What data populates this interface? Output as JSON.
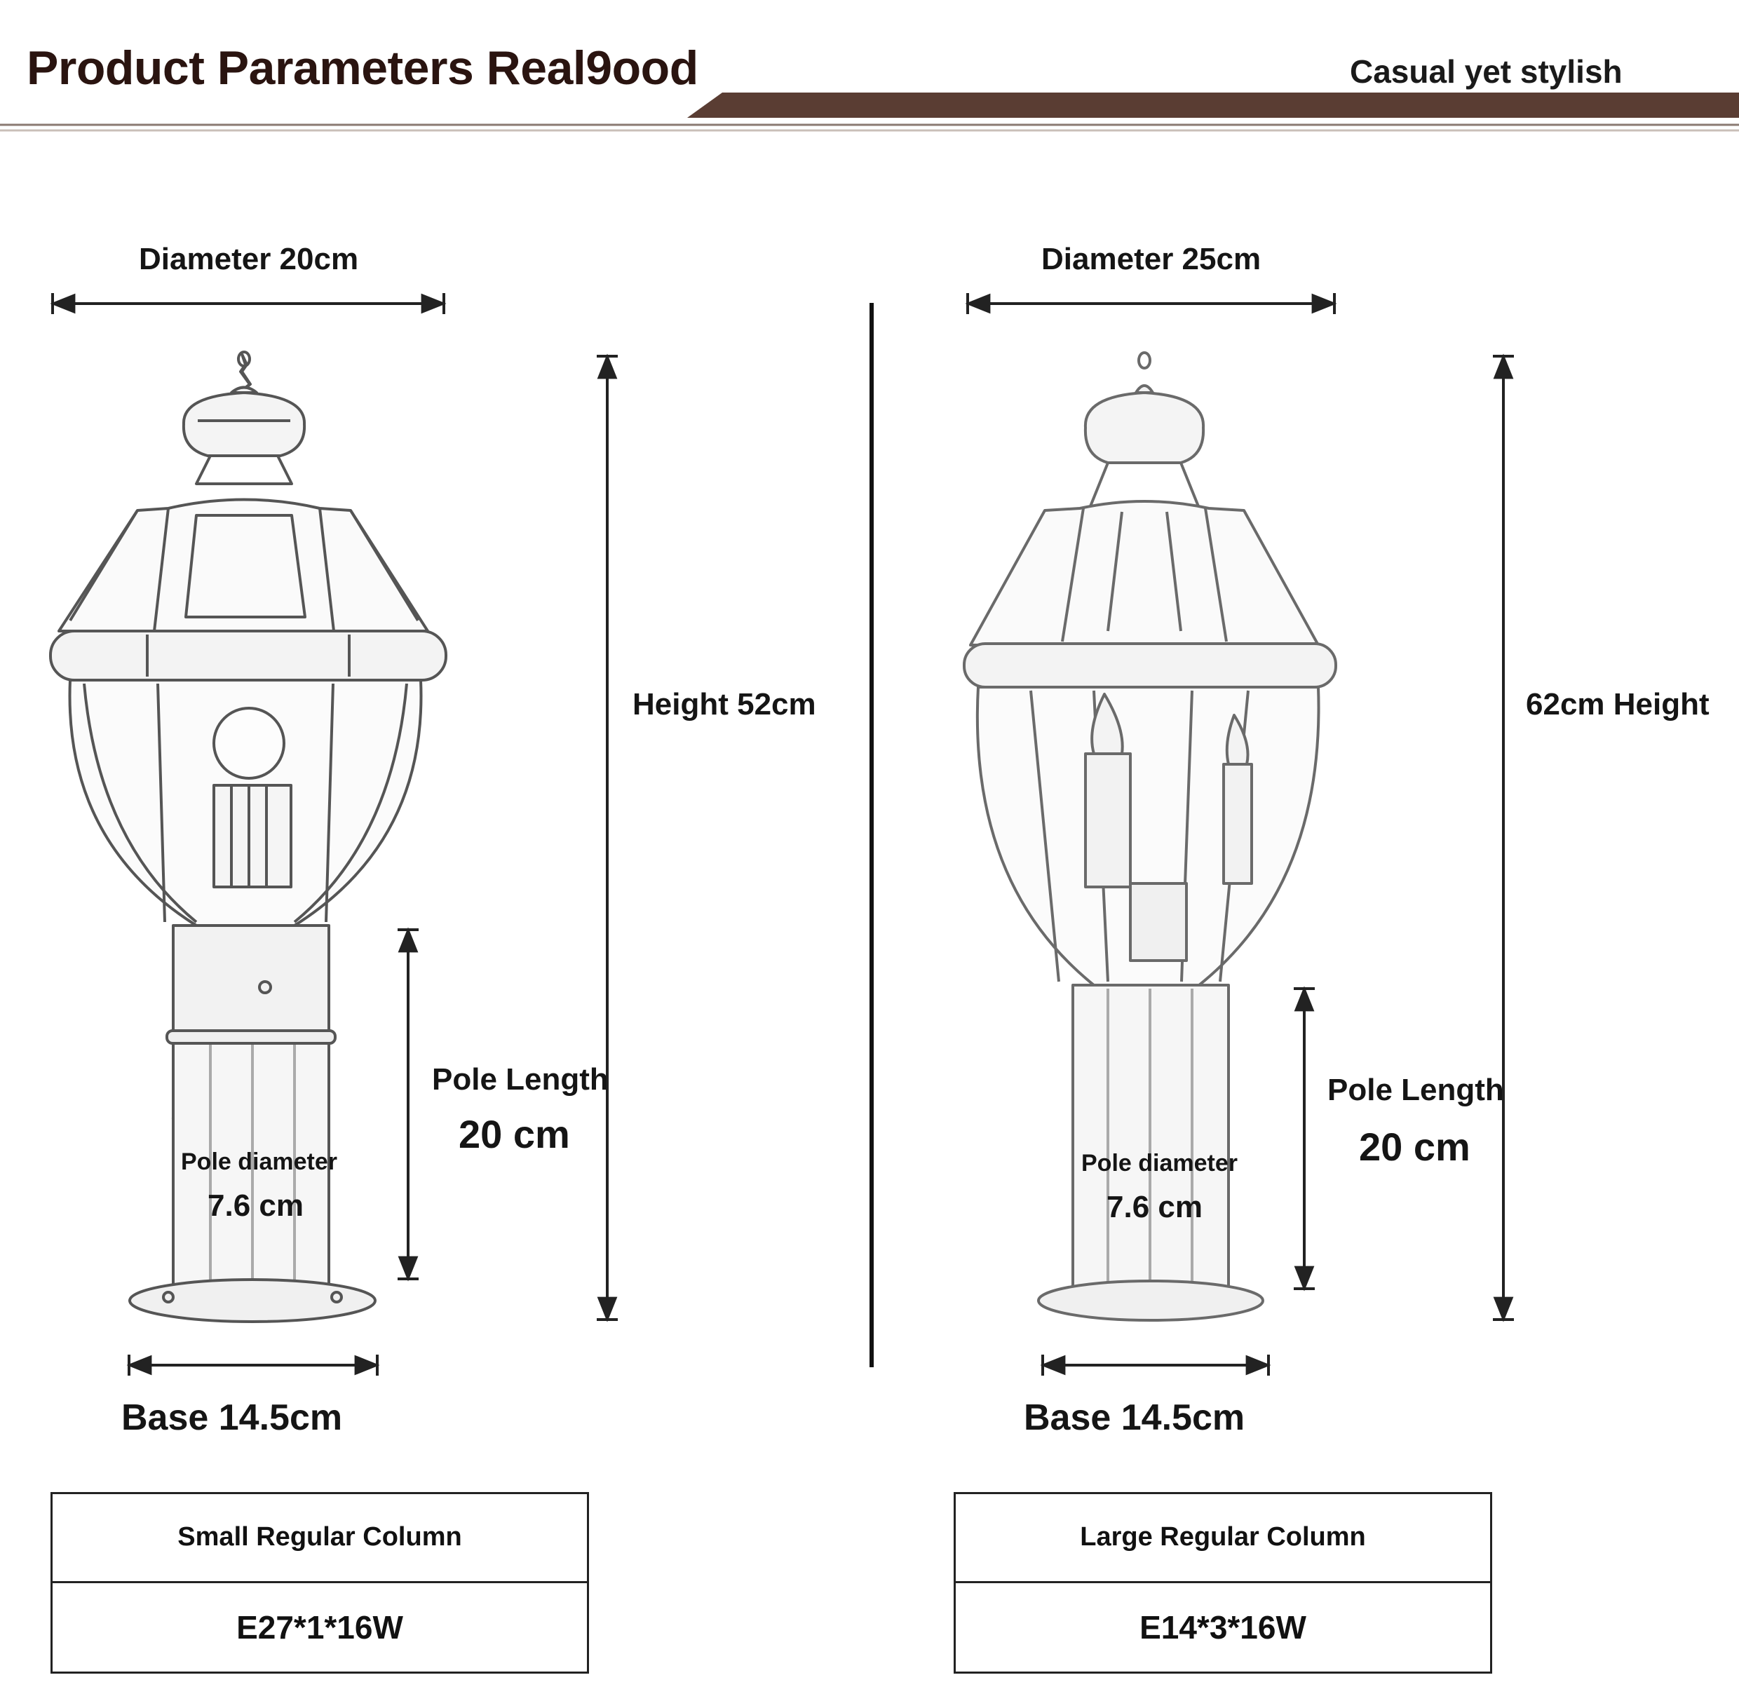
{
  "header": {
    "title": "Product Parameters Real9ood",
    "tagline": "Casual yet stylish",
    "band_color": "#5a3d33"
  },
  "left_lamp": {
    "diameter": "Diameter 20cm",
    "height": "Height 52cm",
    "pole_length_label": "Pole Length",
    "pole_length_value": "20 cm",
    "pole_diameter_label": "Pole diameter",
    "pole_diameter_value": "7.6 cm",
    "base": "Base 14.5cm",
    "spec": {
      "name": "Small Regular Column",
      "bulb": "E27*1*16W"
    }
  },
  "right_lamp": {
    "diameter": "Diameter 25cm",
    "height": "62cm Height",
    "pole_length_label": "Pole Length",
    "pole_length_value": "20 cm",
    "pole_diameter_label": "Pole diameter",
    "pole_diameter_value": "7.6 cm",
    "base": "Base 14.5cm",
    "spec": {
      "name": "Large Regular Column",
      "bulb": "E14*3*16W"
    }
  }
}
